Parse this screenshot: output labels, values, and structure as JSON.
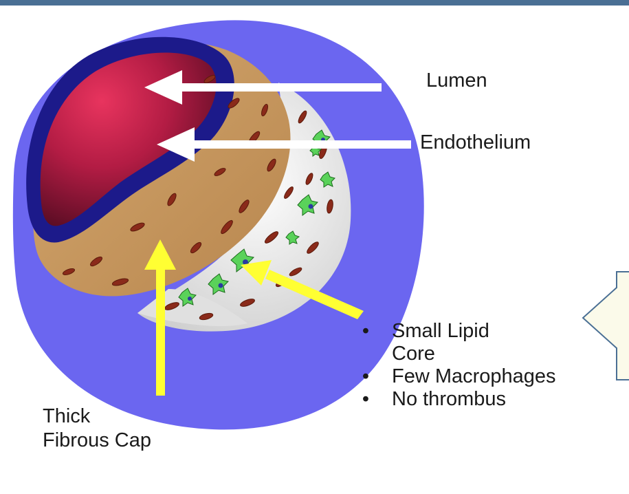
{
  "labels": {
    "lumen": "Lumen",
    "endothelium": "Endothelium",
    "fibrous_cap": [
      "Thick",
      "Fibrous Cap"
    ]
  },
  "bullets": [
    {
      "bullet": "•",
      "lines": [
        "Small Lipid",
        "Core"
      ]
    },
    {
      "bullet": "•",
      "lines": [
        "Few Macrophages"
      ]
    },
    {
      "bullet": "•",
      "lines": [
        "No thrombus"
      ]
    }
  ],
  "colors": {
    "header_bar": "#4a6f94",
    "outer_wall": "#6b66f0",
    "lumen_dark": "#4a0a1e",
    "lumen_light": "#e8345e",
    "endothelium_band": "#1c1a8a",
    "fibrous_cap": "#c79a62",
    "lipid_core": "#e4e4e4",
    "white_arrow": "#ffffff",
    "yellow_arrow": "#ffff33",
    "callout_fill": "#fbfaea"
  }
}
